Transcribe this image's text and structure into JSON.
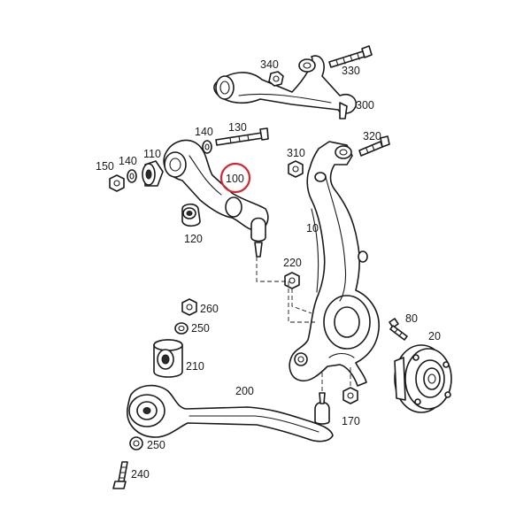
{
  "colors": {
    "line": "#1a1a1a",
    "highlight": "#d4282f",
    "background": "#ffffff"
  },
  "highlighted_part": "100",
  "labels": {
    "p340": "340",
    "p330": "330",
    "p300": "300",
    "p130": "130",
    "p140a": "140",
    "p320": "320",
    "p150": "150",
    "p140b": "140",
    "p110": "110",
    "p100": "100",
    "p310": "310",
    "p10": "10",
    "p120": "120",
    "p220": "220",
    "p260": "260",
    "p250a": "250",
    "p80": "80",
    "p20": "20",
    "p210": "210",
    "p200": "200",
    "p170": "170",
    "p250b": "250",
    "p240": "240"
  }
}
